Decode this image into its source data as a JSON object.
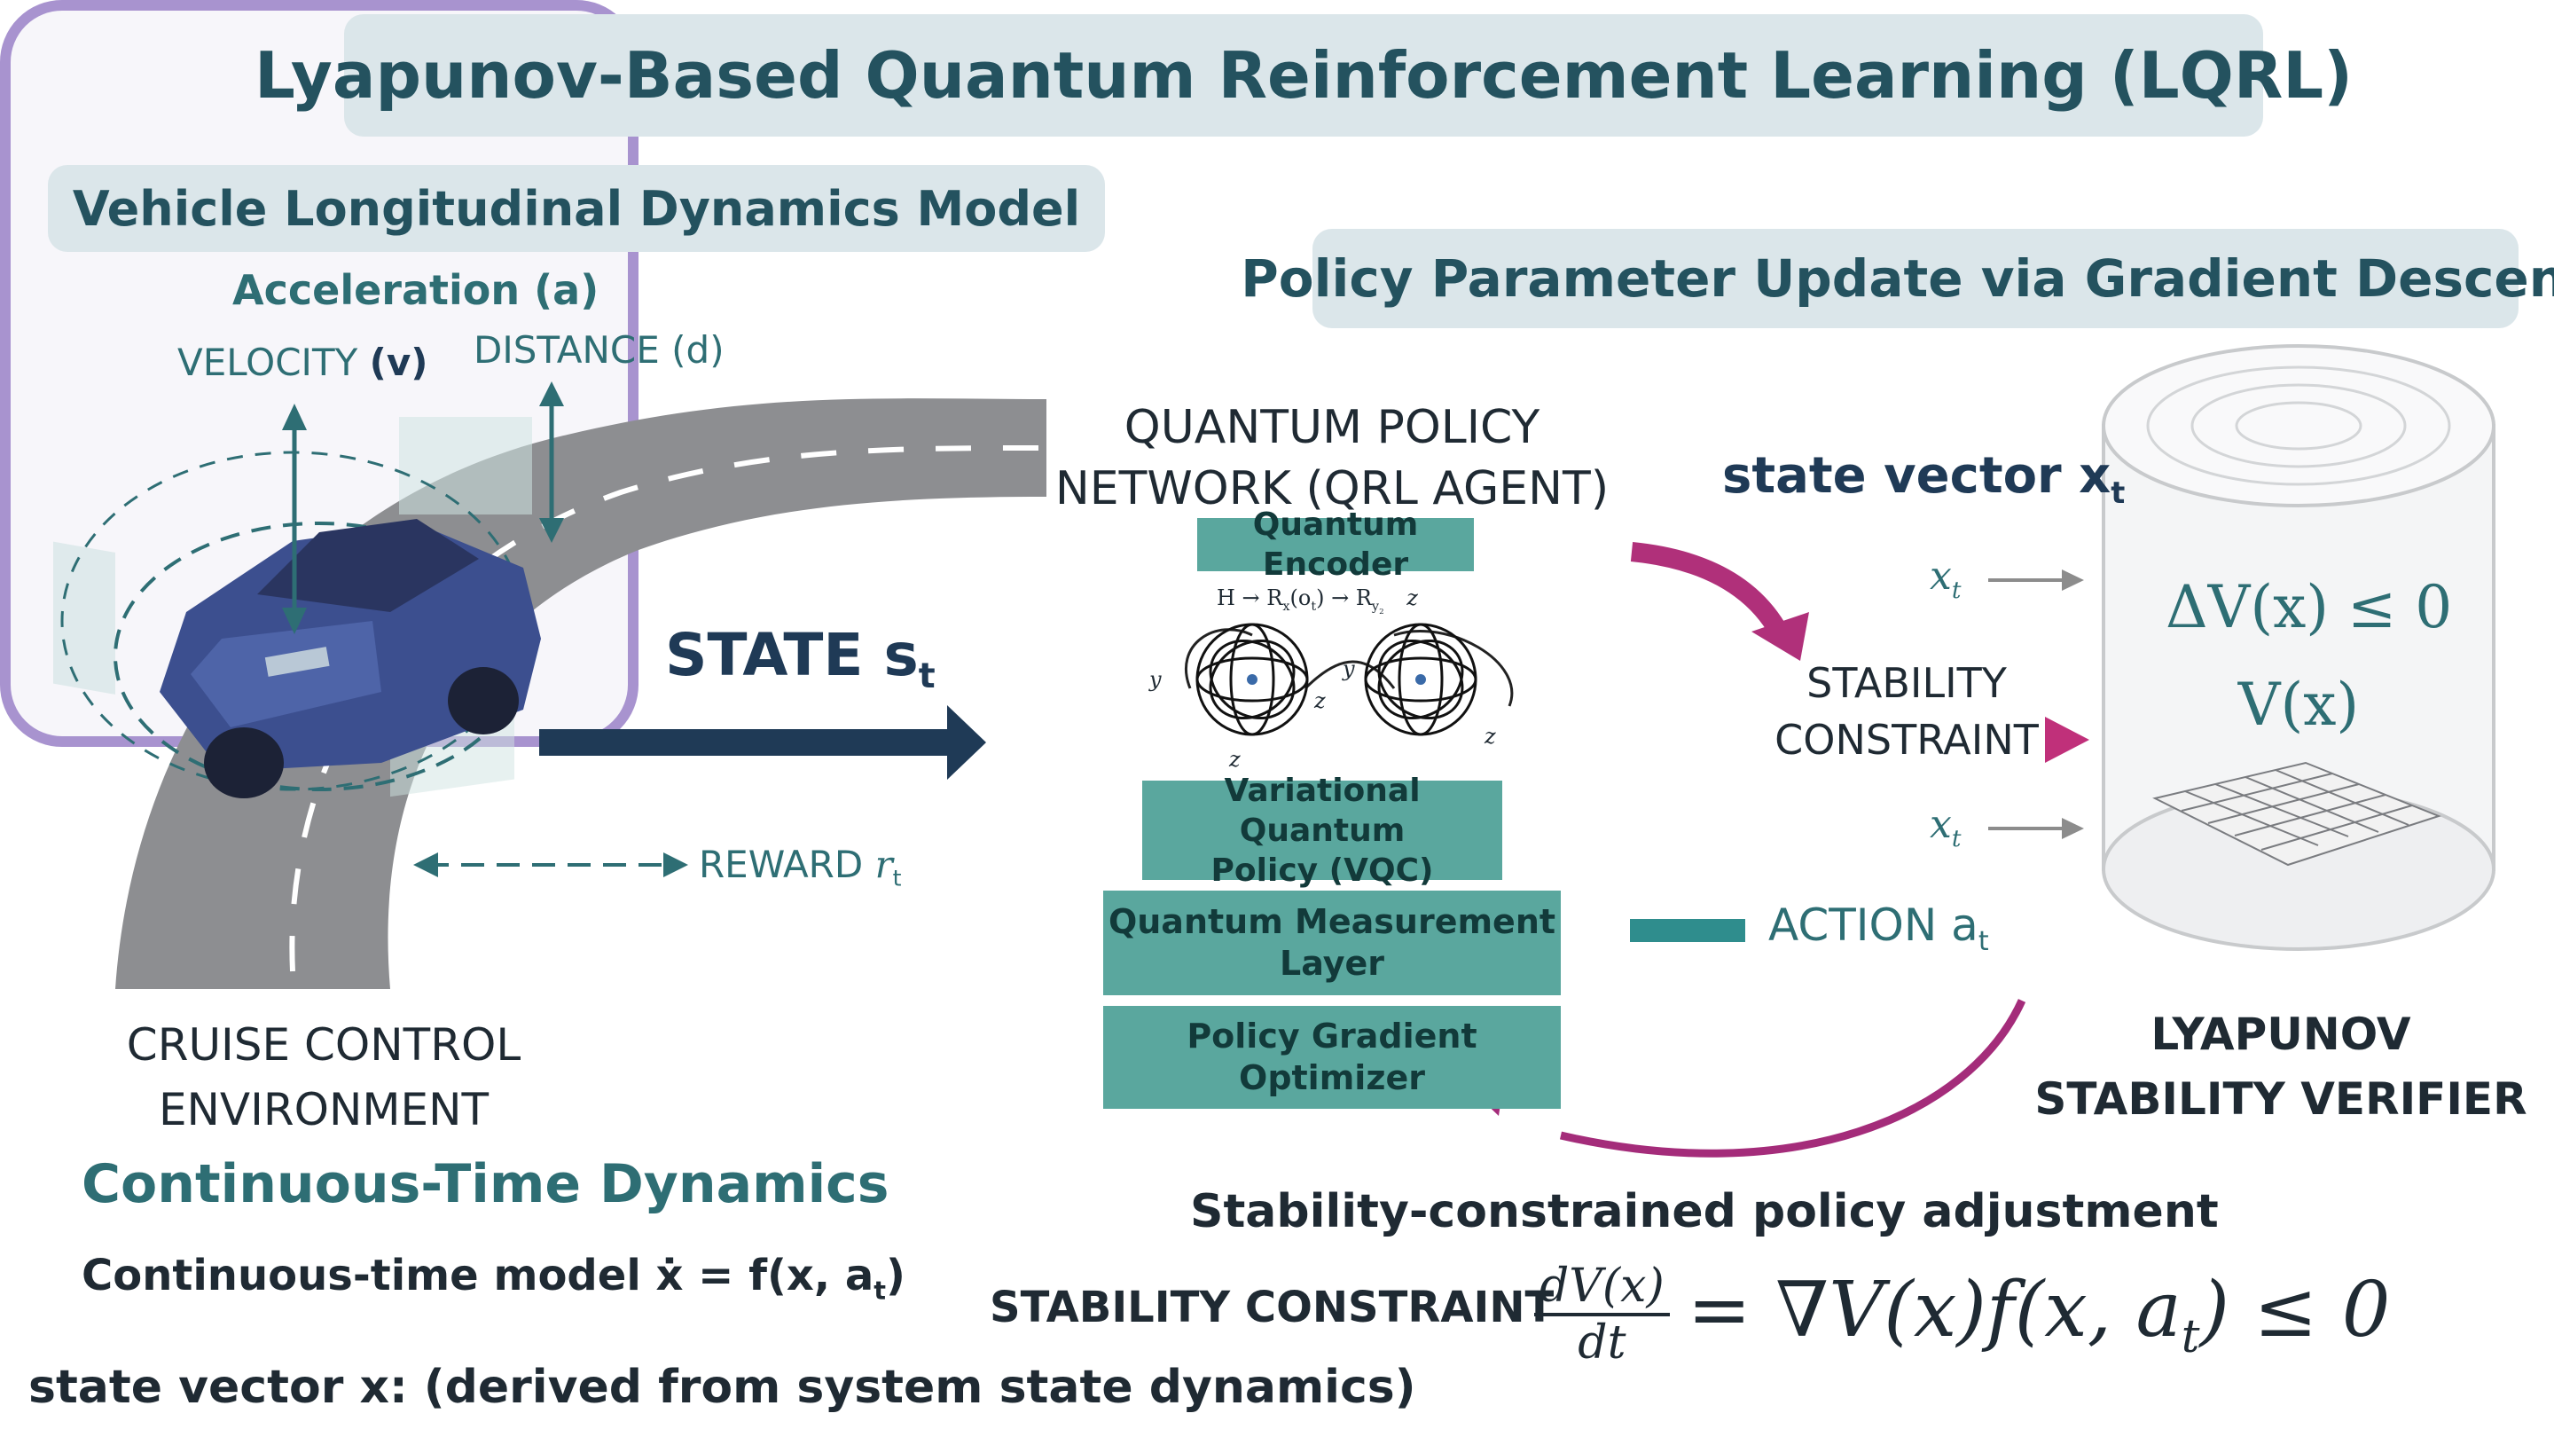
{
  "title": "Lyapunov-Based Quantum Reinforcement Learning (LQRL)",
  "vehicle_banner": "Vehicle Longitudinal Dynamics Model",
  "policy_banner": "Policy Parameter Update via Gradient Descent",
  "env": {
    "acceleration": "Acceleration (a)",
    "velocity": "VELOCITY",
    "velocity_sym": "(v)",
    "distance": "DISTANCE (d)",
    "reward": "REWARD",
    "reward_sym": "r",
    "reward_sub": "t",
    "label_line1": "CRUISE CONTROL",
    "label_line2": "ENVIRONMENT"
  },
  "state_arrow": {
    "label": "STATE s",
    "sub": "t"
  },
  "qpn": {
    "title_line1": "QUANTUM POLICY",
    "title_line2": "NETWORK (QRL AGENT)",
    "encoder": "Quantum Encoder",
    "circuit_caption": "H → R",
    "circuit_caption_mid": "x",
    "circuit_caption_mid2": "(o",
    "circuit_caption_mid3": "t",
    "circuit_caption_mid4": ") → R",
    "circuit_caption_sub": "y",
    "circuit_caption_subsub": "2",
    "axis_y": "y",
    "axis_z": "z",
    "vqc_line1": "Variational Quantum",
    "vqc_line2": "Policy (VQC)",
    "measure_line1": "Quantum Measurement",
    "measure_line2": "Layer",
    "optimizer_line1": "Policy Gradient",
    "optimizer_line2": "Optimizer"
  },
  "right": {
    "state_vector": "state vector x",
    "state_vector_sub": "t",
    "xt": "x",
    "xt_sub": "t",
    "stability_line1": "STABILITY",
    "stability_line2": "CONSTRAINT",
    "action": "ACTION a",
    "action_sub": "t",
    "verifier_eq1": "ΔV(x) ≤ 0",
    "verifier_eq2": "V(x)",
    "verifier_line1": "LYAPUNOV",
    "verifier_line2": "STABILITY VERIFIER"
  },
  "bottom": {
    "ct_dynamics": "Continuous-Time Dynamics",
    "ct_model": "Continuous-time model ẋ = f(x, a",
    "ct_model_sub": "t",
    "ct_model_end": ")",
    "adjustment": "Stability-constrained policy adjustment",
    "constraint_label": "STABILITY CONSTRAINT",
    "eq_num": "dV(x)",
    "eq_den": "dt",
    "eq_rhs": "= ∇V(x)f(x, a",
    "eq_rhs_sub": "t",
    "eq_rhs_end": ") ≤ 0",
    "state_vector_note": "state vector x: (derived from system state dynamics)"
  },
  "colors": {
    "teal": "#2e6e74",
    "box": "#5aa79e",
    "panel_border": "#a893cf",
    "arrow_navy": "#1f3a56",
    "magenta": "#b0307a"
  }
}
